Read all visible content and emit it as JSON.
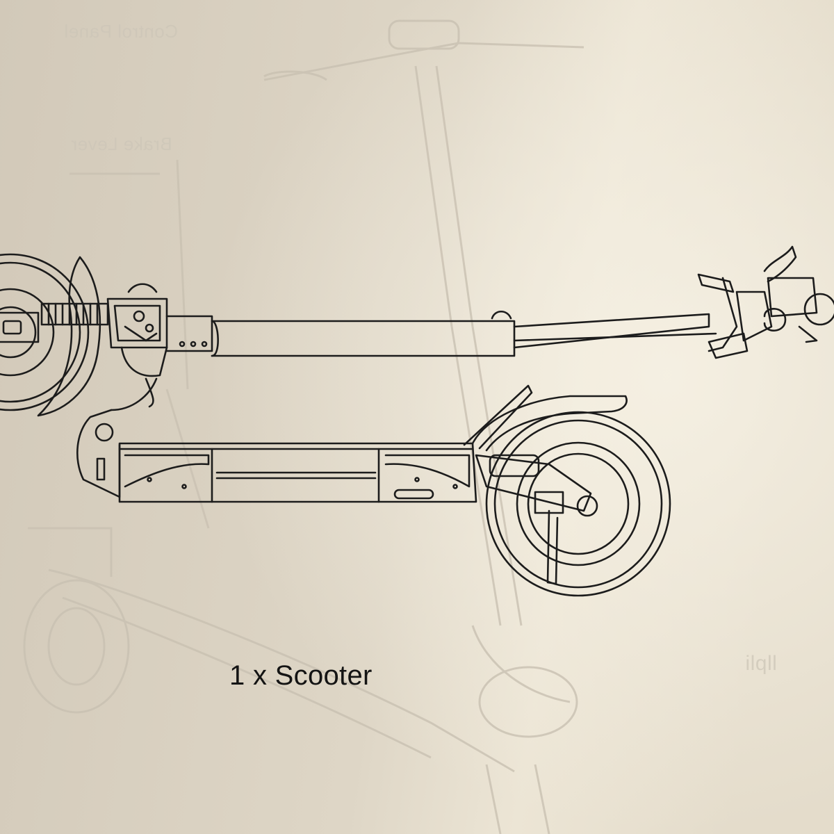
{
  "caption": "1 x Scooter",
  "ghost_labels": {
    "control_panel": "Control Panel",
    "brake_lever": "Brake Lever",
    "right_edge": "llpli"
  },
  "colors": {
    "paper_warm": "#d6cdbd",
    "paper_light": "#ede6d6",
    "line_art": "#1c1c1c",
    "ghost_line": "#c9c1b2"
  }
}
